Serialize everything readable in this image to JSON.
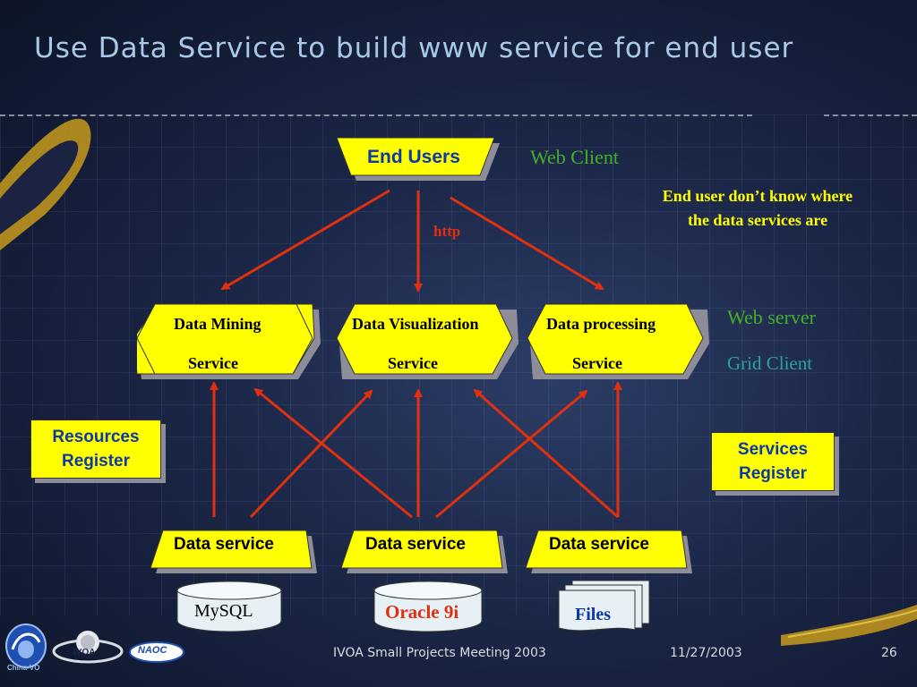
{
  "slide": {
    "title": "Use Data Service to build www service for end user"
  },
  "diagram": {
    "end_users": "End Users",
    "web_client": "Web Client",
    "note_line1": "End user don’t know where",
    "note_line2": "the data services are",
    "http": "http",
    "services": [
      {
        "line1": "Data Mining",
        "line2": "Service"
      },
      {
        "line1": "Data Visualization",
        "line2": "Service"
      },
      {
        "line1": "Data processing",
        "line2": "Service"
      }
    ],
    "web_server": "Web server",
    "grid_client": "Grid Client",
    "resources_register": [
      "Resources",
      "Register"
    ],
    "services_register": [
      "Services",
      "Register"
    ],
    "data_services": [
      "Data service",
      "Data service",
      "Data service"
    ],
    "stores": {
      "mysql": "MySQL",
      "oracle": "Oracle 9i",
      "files": "Files"
    }
  },
  "logos": [
    "China-VO",
    "IVOA",
    "NAOC"
  ],
  "footer": {
    "meeting": "IVOA Small Projects Meeting 2003",
    "date": "11/27/2003",
    "page": "26"
  },
  "colors": {
    "shape_fill": "#ffff00",
    "arrow": "#e0300e",
    "label_green": "#43b02a",
    "label_teal": "#2aa39a",
    "note_yellow": "#ffff00",
    "oracle_red": "#e0300e",
    "blue_text": "#0b3aa8"
  }
}
